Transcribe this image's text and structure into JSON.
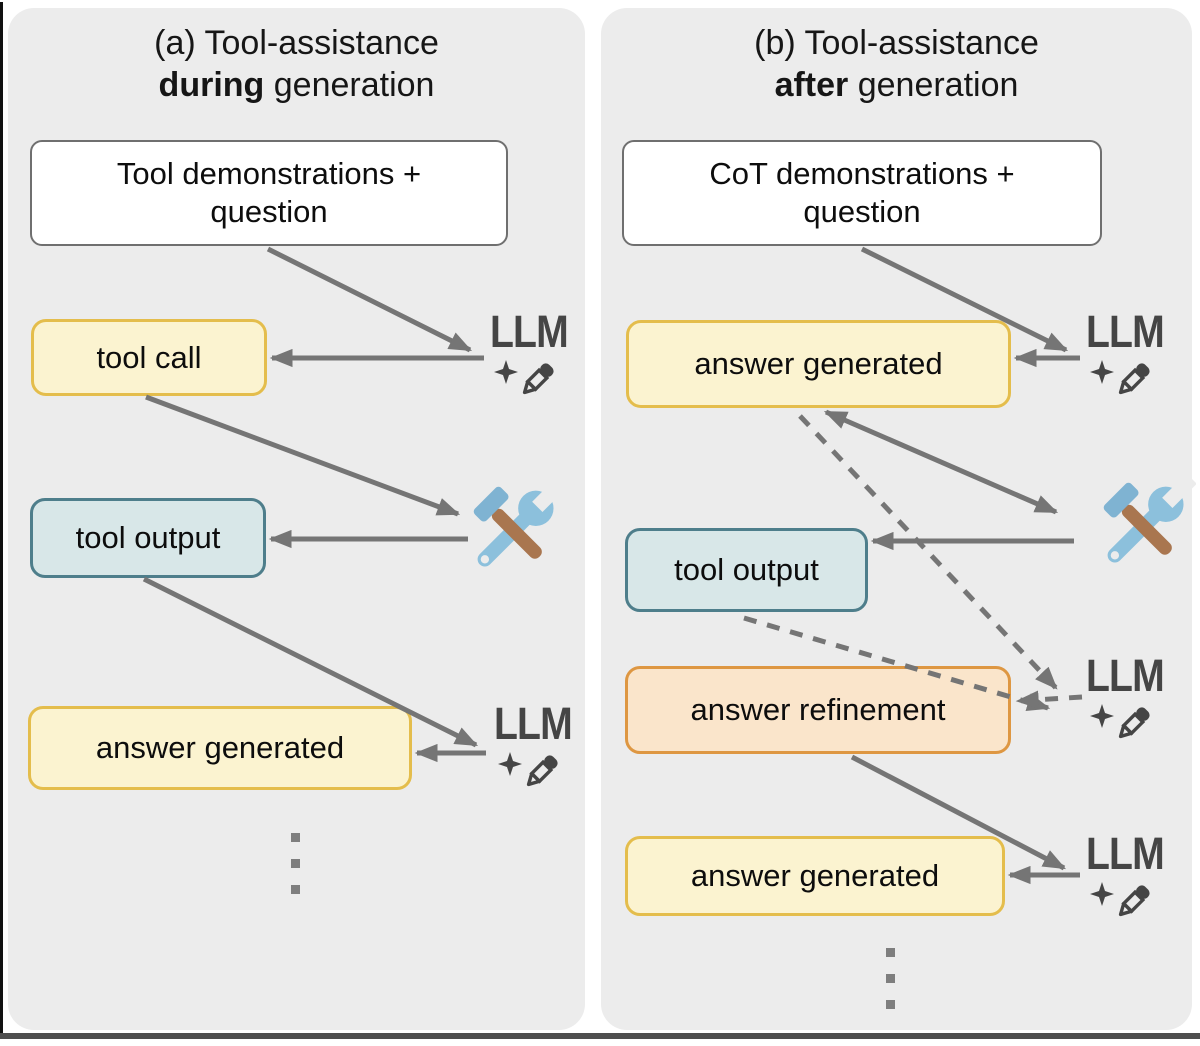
{
  "labels": {
    "llm": "LLM"
  },
  "icons": {
    "llm": "llm-sparkle-pencil-icon",
    "tools": "hammer-and-wrench-icon",
    "ellipsis": "vertical-ellipsis-dots"
  },
  "colors": {
    "panel_bg": "#ececec",
    "yellow_fill": "#fbf3d0",
    "yellow_border": "#e4bd4c",
    "teal_fill": "#d8e7e8",
    "teal_border": "#4e7e8b",
    "orange_fill": "#fae5cb",
    "orange_border": "#de9742",
    "arrow_gray": "#757575",
    "llm_icon_gray": "#454545",
    "wrench_blue": "#8cc0dc",
    "hammer_head_blue": "#7fb3d2",
    "hammer_handle_brown": "#a9764f",
    "bottom_rule": "#4e4e4e"
  },
  "panel_a": {
    "title_prefix": "(a) Tool-assistance",
    "title_emphasis": "during",
    "title_suffix": " generation",
    "input_box": {
      "line1": "Tool demonstrations +",
      "line2": "question"
    },
    "nodes": {
      "tool_call": "tool call",
      "tool_output": "tool output",
      "answer_generated": "answer generated"
    }
  },
  "panel_b": {
    "title_prefix": "(b) Tool-assistance",
    "title_emphasis": "after",
    "title_suffix": " generation",
    "input_box": {
      "line1": "CoT demonstrations +",
      "line2": "question"
    },
    "nodes": {
      "answer_generated": "answer generated",
      "tool_output": "tool output",
      "answer_refinement": "answer refinement",
      "answer_generated_2": "answer generated"
    }
  }
}
